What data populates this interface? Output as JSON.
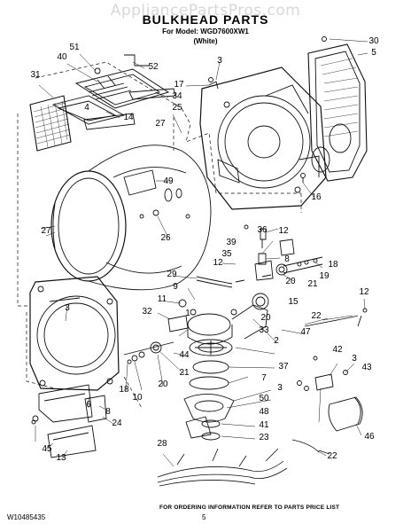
{
  "watermark": "AppliancePartsPros.com",
  "title": "BULKHEAD PARTS",
  "subtitle_model": "For Model: WGD7600XW1",
  "subtitle_color": "(White)",
  "footer_note": "FOR ORDERING INFORMATION REFER TO PARTS PRICE LIST",
  "doc_number": "W10485435",
  "page_number": "5",
  "callouts": [
    "51",
    "40",
    "52",
    "31",
    "34",
    "14",
    "4",
    "17",
    "25",
    "27",
    "49",
    "26",
    "3",
    "30",
    "5",
    "16",
    "36",
    "12",
    "39",
    "35",
    "8",
    "18",
    "12",
    "20",
    "19",
    "21",
    "29",
    "9",
    "11",
    "32",
    "1",
    "33",
    "20",
    "47",
    "15",
    "2",
    "44",
    "37",
    "10",
    "18",
    "20",
    "21",
    "7",
    "3",
    "50",
    "48",
    "42",
    "3",
    "43",
    "41",
    "23",
    "27",
    "3",
    "6",
    "8",
    "24",
    "45",
    "13",
    "28",
    "22",
    "12",
    "22",
    "46"
  ]
}
